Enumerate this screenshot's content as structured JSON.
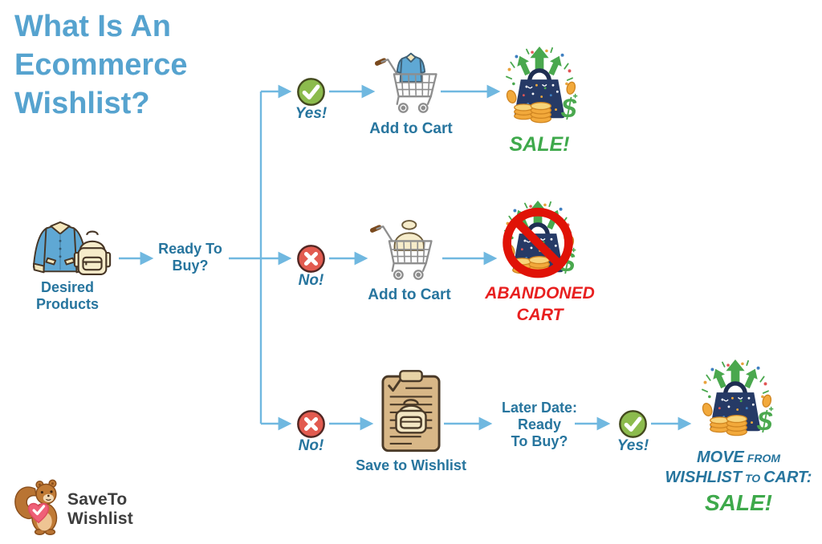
{
  "title": "What Is An Ecommerce Wishlist?",
  "colors": {
    "title_blue": "#56a3cf",
    "label_blue": "#27759e",
    "arrow_blue": "#70b8e0",
    "success_green": "#3ea94b",
    "alert_red": "#e81f1f",
    "bag_navy": "#263a66",
    "coin_gold": "#f2a93b"
  },
  "flow": {
    "desired_products": {
      "label": "Desired Products",
      "icons": [
        "jacket-icon",
        "backpack-icon"
      ]
    },
    "decision": {
      "label": "Ready To Buy?"
    },
    "yes_branch": {
      "answer": "Yes!",
      "answer_icon": "check-circle-icon",
      "step_label": "Add to Cart",
      "step_icon": "shopping-cart-shirt-icon",
      "outcome_label": "SALE!",
      "outcome_icon": "sale-bag-icon"
    },
    "no_cart_branch": {
      "answer": "No!",
      "answer_icon": "x-circle-icon",
      "step_label": "Add to Cart",
      "step_icon": "shopping-cart-bag-icon",
      "outcome_line1": "ABANDONED",
      "outcome_line2": "CART",
      "outcome_icon": "banned-sale-bag-icon"
    },
    "no_wishlist_branch": {
      "answer": "No!",
      "answer_icon": "x-circle-icon",
      "step_label": "Save to Wishlist",
      "step_icon": "wishlist-clipboard-icon",
      "later_line1": "Later Date:",
      "later_line2": "Ready",
      "later_line3": "To Buy?",
      "answer2": "Yes!",
      "answer2_icon": "check-circle-icon",
      "outcome_move": "MOVE",
      "outcome_from": " FROM",
      "outcome_wishlist": "WISHLIST",
      "outcome_to": " TO ",
      "outcome_cart": "CART:",
      "outcome_sale": "SALE!",
      "outcome_icon": "sale-bag-icon"
    }
  },
  "logo": {
    "line1": "SaveTo",
    "line2": "Wishlist",
    "icon": "squirrel-heart-icon"
  }
}
